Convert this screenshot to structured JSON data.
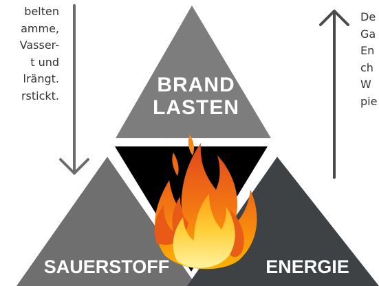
{
  "left_text": {
    "lines": [
      "belten",
      "amme,",
      "Vasser-",
      "t und",
      "lrängt.",
      "rstickt."
    ]
  },
  "right_text": {
    "lines": [
      "De",
      "Ga",
      "En",
      "ch",
      "W",
      "pie"
    ]
  },
  "triangles": {
    "top": {
      "label_line1": "BRAND",
      "label_line2": "LASTEN",
      "color": "#7d7d7d"
    },
    "left": {
      "label": "SAUERSTOFF",
      "color": "#6f6f6f"
    },
    "right": {
      "label": "ENERGIE",
      "color": "#3f4245"
    }
  },
  "center": {
    "color": "#000000",
    "flame_icon": "flame-icon"
  },
  "arrows": {
    "down": {
      "icon": "arrow-down-icon",
      "color": "#6b6b6b"
    },
    "up": {
      "icon": "arrow-up-icon",
      "color": "#4a4a4a"
    }
  }
}
